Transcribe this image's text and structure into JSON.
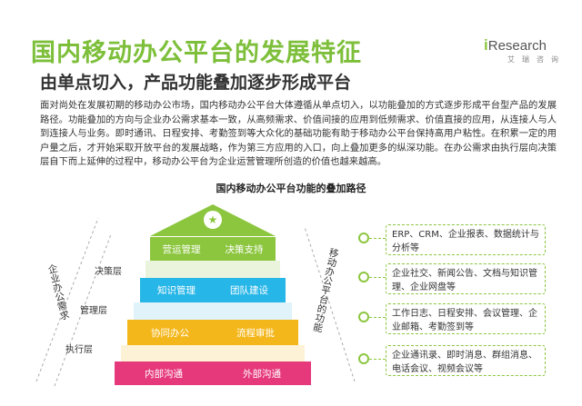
{
  "title": "国内移动办公平台的发展特征",
  "subtitle": "由单点切入，产品功能叠加逐步形成平台",
  "logo": {
    "brand_prefix": "i",
    "brand": "Research",
    "sub": "艾瑞咨询"
  },
  "paragraph": "面对尚处在发展初期的移动办公市场，国内移动办公平台大体遵循从单点切入，以功能叠加的方式逐步形成平台型产品的发展路径。功能叠加的方向与企业办公需求基本一致，从高频需求、价值间接的应用到低频需求、价值直接的应用，从连接人与人到连接人与业务。即时通讯、日程安排、考勤签到等大众化的基础功能有助于移动办公平台保持高用户粘性。在积累一定的用户量之后，才开始采取开放平台的发展战略，作为第三方应用的入口，向上叠加更多的纵深功能。在办公需求由执行层向决策层自下而上延伸的过程中，移动办公平台为企业运营管理所创造的价值也越来越高。",
  "diagram": {
    "title": "国内移动办公平台功能的叠加路径",
    "left_axis": "企业办公需求",
    "right_axis": "移动办公平台的功能",
    "tiers": [
      "决策层",
      "管理层",
      "执行层"
    ],
    "layers": [
      {
        "items": [
          "营运管理",
          "决策支持"
        ],
        "color": "#8cc63f"
      },
      {
        "items": [
          "知识管理",
          "团队建设"
        ],
        "color": "#27b6e8"
      },
      {
        "items": [
          "协同办公",
          "流程审批"
        ],
        "color": "#f4b71b"
      },
      {
        "items": [
          "内部沟通",
          "外部沟通"
        ],
        "color": "#e6397c"
      }
    ],
    "boxes": [
      "ERP、CRM、企业报表、数据统计与分析等",
      "企业社交、新闻公告、文档与知识管理、企业网盘等",
      "工作日志、日程安排、会议管理、企业邮箱、考勤签到等",
      "企业通讯录、即时消息、群组消息、电话会议、视频会议等"
    ]
  }
}
